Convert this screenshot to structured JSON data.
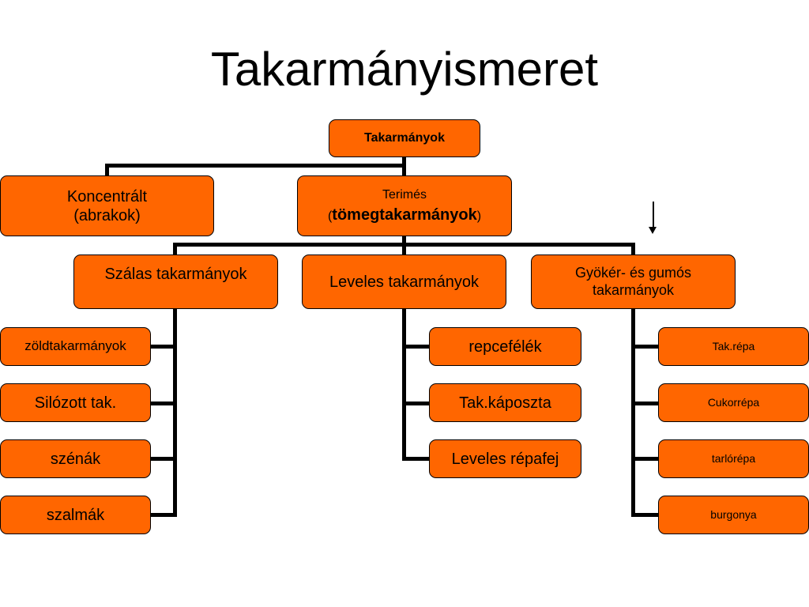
{
  "title": "Takarmányismeret",
  "colors": {
    "node_fill": "#ff6600",
    "node_border": "#000000",
    "connector": "#000000"
  },
  "root": {
    "label": "Takarmányok"
  },
  "level1": {
    "concentrate": {
      "line1": "Koncentrált",
      "line2": "(abrakok)"
    },
    "bulk": {
      "prefix": "Terimés",
      "open_paren": "(",
      "bold": "tömegtakarmányok",
      "close_paren": ")"
    }
  },
  "level2": {
    "fiber": "Szálas takarmányok",
    "leafy": "Leveles takarmányok",
    "root_tuber": "Gyökér- és gumós takarmányok"
  },
  "fiber_items": [
    "zöldtakarmányok",
    "Silózott tak.",
    "szénák",
    "szalmák"
  ],
  "leafy_items": [
    "repcefélék",
    "Tak.káposzta",
    "Leveles répafej"
  ],
  "root_tuber_items": [
    "Tak.répa",
    "Cukorrépa",
    "tarlórépa",
    "burgonya"
  ],
  "annotation": {
    "arrow_icon": "down-arrow-icon"
  }
}
